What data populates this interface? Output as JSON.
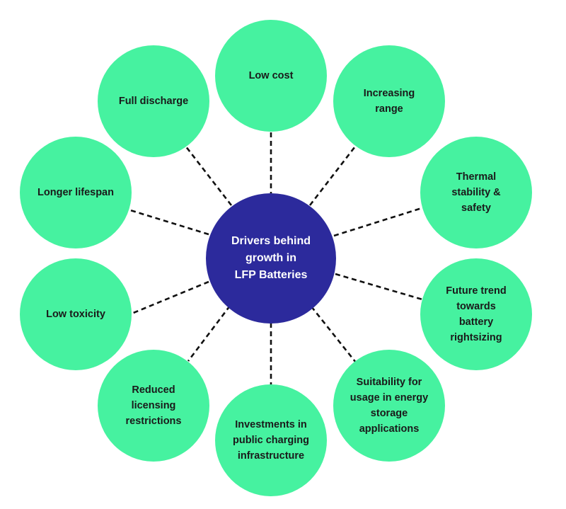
{
  "center": {
    "label": "Drivers behind\ngrowth in\nLFP Batteries"
  },
  "drivers": [
    {
      "label": "Low cost"
    },
    {
      "label": "Increasing\nrange"
    },
    {
      "label": "Thermal\nstability &\nsafety"
    },
    {
      "label": "Future trend\ntowards\nbattery\nrightsizing"
    },
    {
      "label": "Suitability for\nusage in energy\nstorage\napplications"
    },
    {
      "label": "Investments in\npublic charging\ninfrastructure"
    },
    {
      "label": "Reduced\nlicensing\nrestrictions"
    },
    {
      "label": "Low toxicity"
    },
    {
      "label": "Longer lifespan"
    },
    {
      "label": "Full discharge"
    }
  ],
  "colors": {
    "center_fill": "#2c2a9c",
    "outer_fill": "#46f2a0",
    "connector": "#111111"
  }
}
